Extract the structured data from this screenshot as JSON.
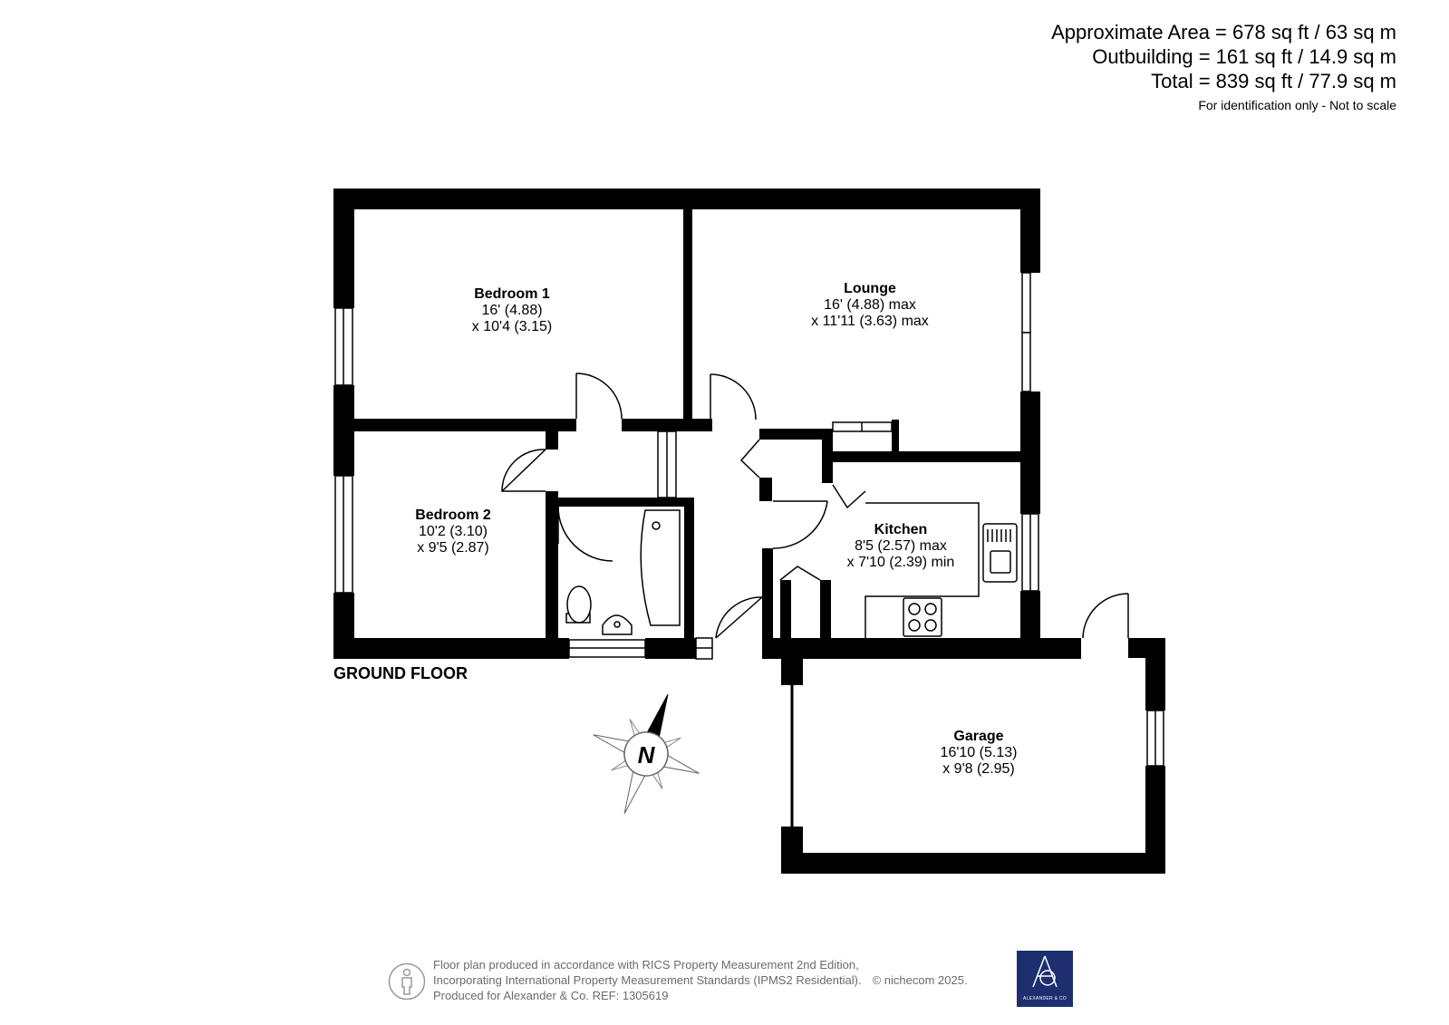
{
  "area": {
    "approximate": "Approximate Area = 678 sq ft / 63 sq m",
    "outbuilding": "Outbuilding = 161 sq ft / 14.9 sq m",
    "total": "Total = 839 sq ft / 77.9 sq m",
    "note": "For identification only - Not to scale"
  },
  "rooms": {
    "bedroom1": {
      "name": "Bedroom 1",
      "dim1": "16' (4.88)",
      "dim2": "x 10'4 (3.15)"
    },
    "lounge": {
      "name": "Lounge",
      "dim1": "16' (4.88) max",
      "dim2": "x 11'11 (3.63) max"
    },
    "bedroom2": {
      "name": "Bedroom 2",
      "dim1": "10'2 (3.10)",
      "dim2": "x 9'5 (2.87)"
    },
    "kitchen": {
      "name": "Kitchen",
      "dim1": "8'5 (2.57) max",
      "dim2": "x 7'10 (2.39) min"
    },
    "garage": {
      "name": "Garage",
      "dim1": "16'10 (5.13)",
      "dim2": "x 9'8 (2.95)"
    }
  },
  "floor_label": "GROUND FLOOR",
  "compass_letter": "N",
  "footer": {
    "line1": "Floor plan produced in accordance with RICS Property Measurement 2nd Edition,",
    "line2": "Incorporating International Property Measurement Standards (IPMS2 Residential).",
    "line3": "Produced for Alexander & Co.   REF:  1305619",
    "copyright": "© nichecom 2025."
  },
  "logo": {
    "brand": "ALEXANDER & CO"
  },
  "colors": {
    "wall": "#000000",
    "logo_bg": "#1d2f6f",
    "footer_text": "#6b6b6b"
  }
}
